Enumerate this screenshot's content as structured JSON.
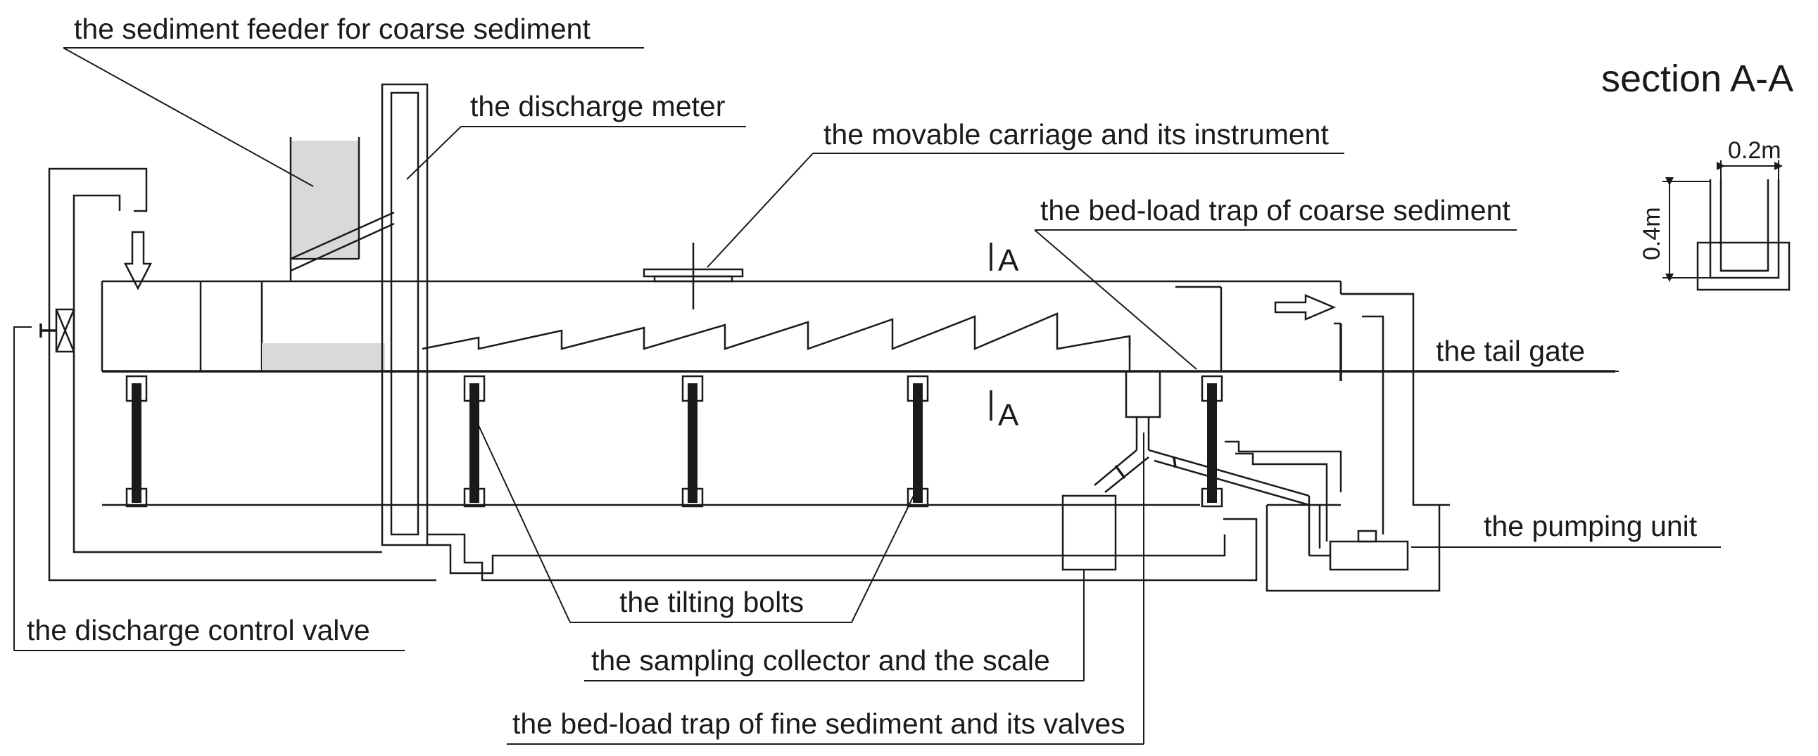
{
  "labels": {
    "sediment_feeder": "the sediment feeder for coarse sediment",
    "discharge_meter": "the discharge meter",
    "carriage": "the movable carriage and its instrument",
    "coarse_trap": "the bed-load trap of coarse sediment",
    "tail_gate": "the tail gate",
    "pumping_unit": "the pumping unit",
    "tilting_bolts": "the tilting bolts",
    "control_valve": "the discharge control valve",
    "sampling_collector": "the sampling collector and the scale",
    "fine_trap": "the bed-load trap of fine sediment and its valves"
  },
  "section": {
    "title": "section A-A",
    "mark": "A",
    "width_dim": "0.2m",
    "height_dim": "0.4m"
  },
  "colors": {
    "line": "#1a1a1a",
    "fill_gray": "#d9d9d9"
  }
}
